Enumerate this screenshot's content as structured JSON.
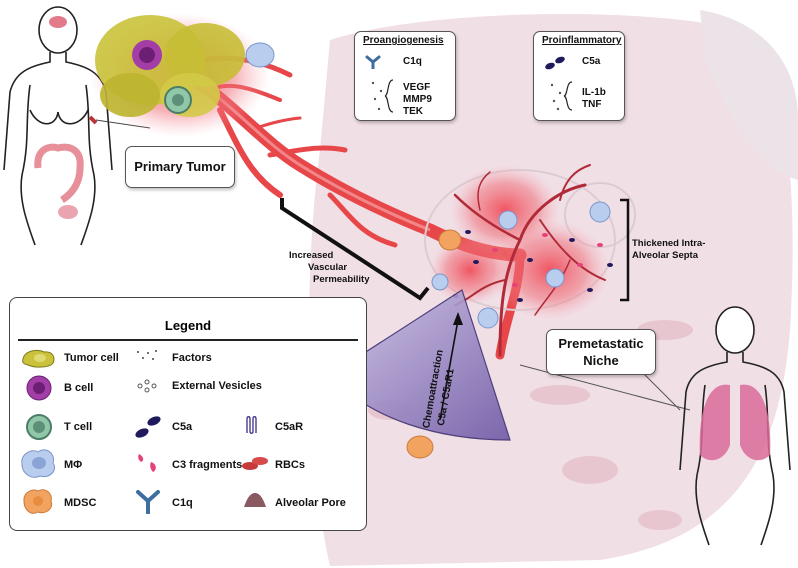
{
  "primary_tumor": "Primary Tumor",
  "proangiogenesis": {
    "title": "Proangiogenesis",
    "items": [
      "C1q",
      "VEGF",
      "MMP9",
      "TEK"
    ]
  },
  "proinflammatory": {
    "title": "Proinflammatory",
    "items": [
      "C5a",
      "IL-1b",
      "TNF"
    ]
  },
  "vascular_permeability": [
    "Increased",
    "Vascular",
    "Permeability"
  ],
  "thickened_septa": [
    "Thickened Intra-",
    "Alveolar Septa"
  ],
  "premetastatic_niche": [
    "Premetastatic",
    "Niche"
  ],
  "chemoattraction": [
    "Chemoattraction",
    "C5a / C5aR1"
  ],
  "legend": {
    "title": "Legend",
    "items": [
      {
        "label": "Tumor cell",
        "icon": "tumor-cell-icon"
      },
      {
        "label": "Factors",
        "icon": "factors-dots-icon"
      },
      {
        "label": "B cell",
        "icon": "b-cell-icon"
      },
      {
        "label": "External Vesicles",
        "icon": "vesicles-icon"
      },
      {
        "label": "T cell",
        "icon": "t-cell-icon"
      },
      {
        "label": "C5a",
        "icon": "c5a-icon"
      },
      {
        "label": "C5aR",
        "icon": "c5ar-icon"
      },
      {
        "label": "MΦ",
        "icon": "macrophage-icon"
      },
      {
        "label": "C3 fragments",
        "icon": "c3-fragments-icon"
      },
      {
        "label": "RBCs",
        "icon": "rbc-icon"
      },
      {
        "label": "MDSC",
        "icon": "mdsc-icon"
      },
      {
        "label": "C1q",
        "icon": "c1q-icon"
      },
      {
        "label": "Alveolar Pore",
        "icon": "alveolar-pore-icon"
      }
    ]
  },
  "colors": {
    "vessel": "#e8474a",
    "tumor": "#c9c23a",
    "lung_bg": "#f1dfe6",
    "cone": "#6f5aa6",
    "glow": "#ef3d4b",
    "macrophage": "#b9cdef",
    "mdsc": "#f2a35f",
    "c5a": "#1f1a5c",
    "c3": "#e6417a",
    "c1q": "#3d6ea0"
  }
}
